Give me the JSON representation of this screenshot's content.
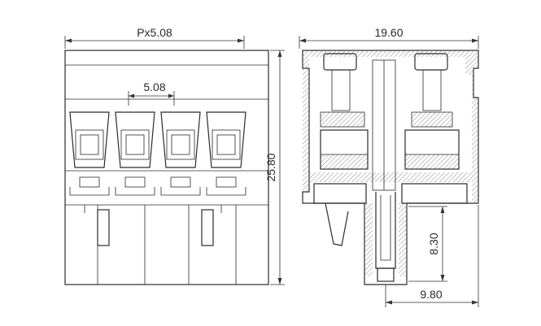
{
  "dimensions": {
    "pitch_total": "Px5.08",
    "pitch": "5.08",
    "height": "25.80",
    "width": "19.60",
    "pin_height": "8.30",
    "pin_offset": "9.80"
  },
  "colors": {
    "line": "#2b2b2b",
    "hatch": "#8a8a8a",
    "background": "#ffffff"
  }
}
